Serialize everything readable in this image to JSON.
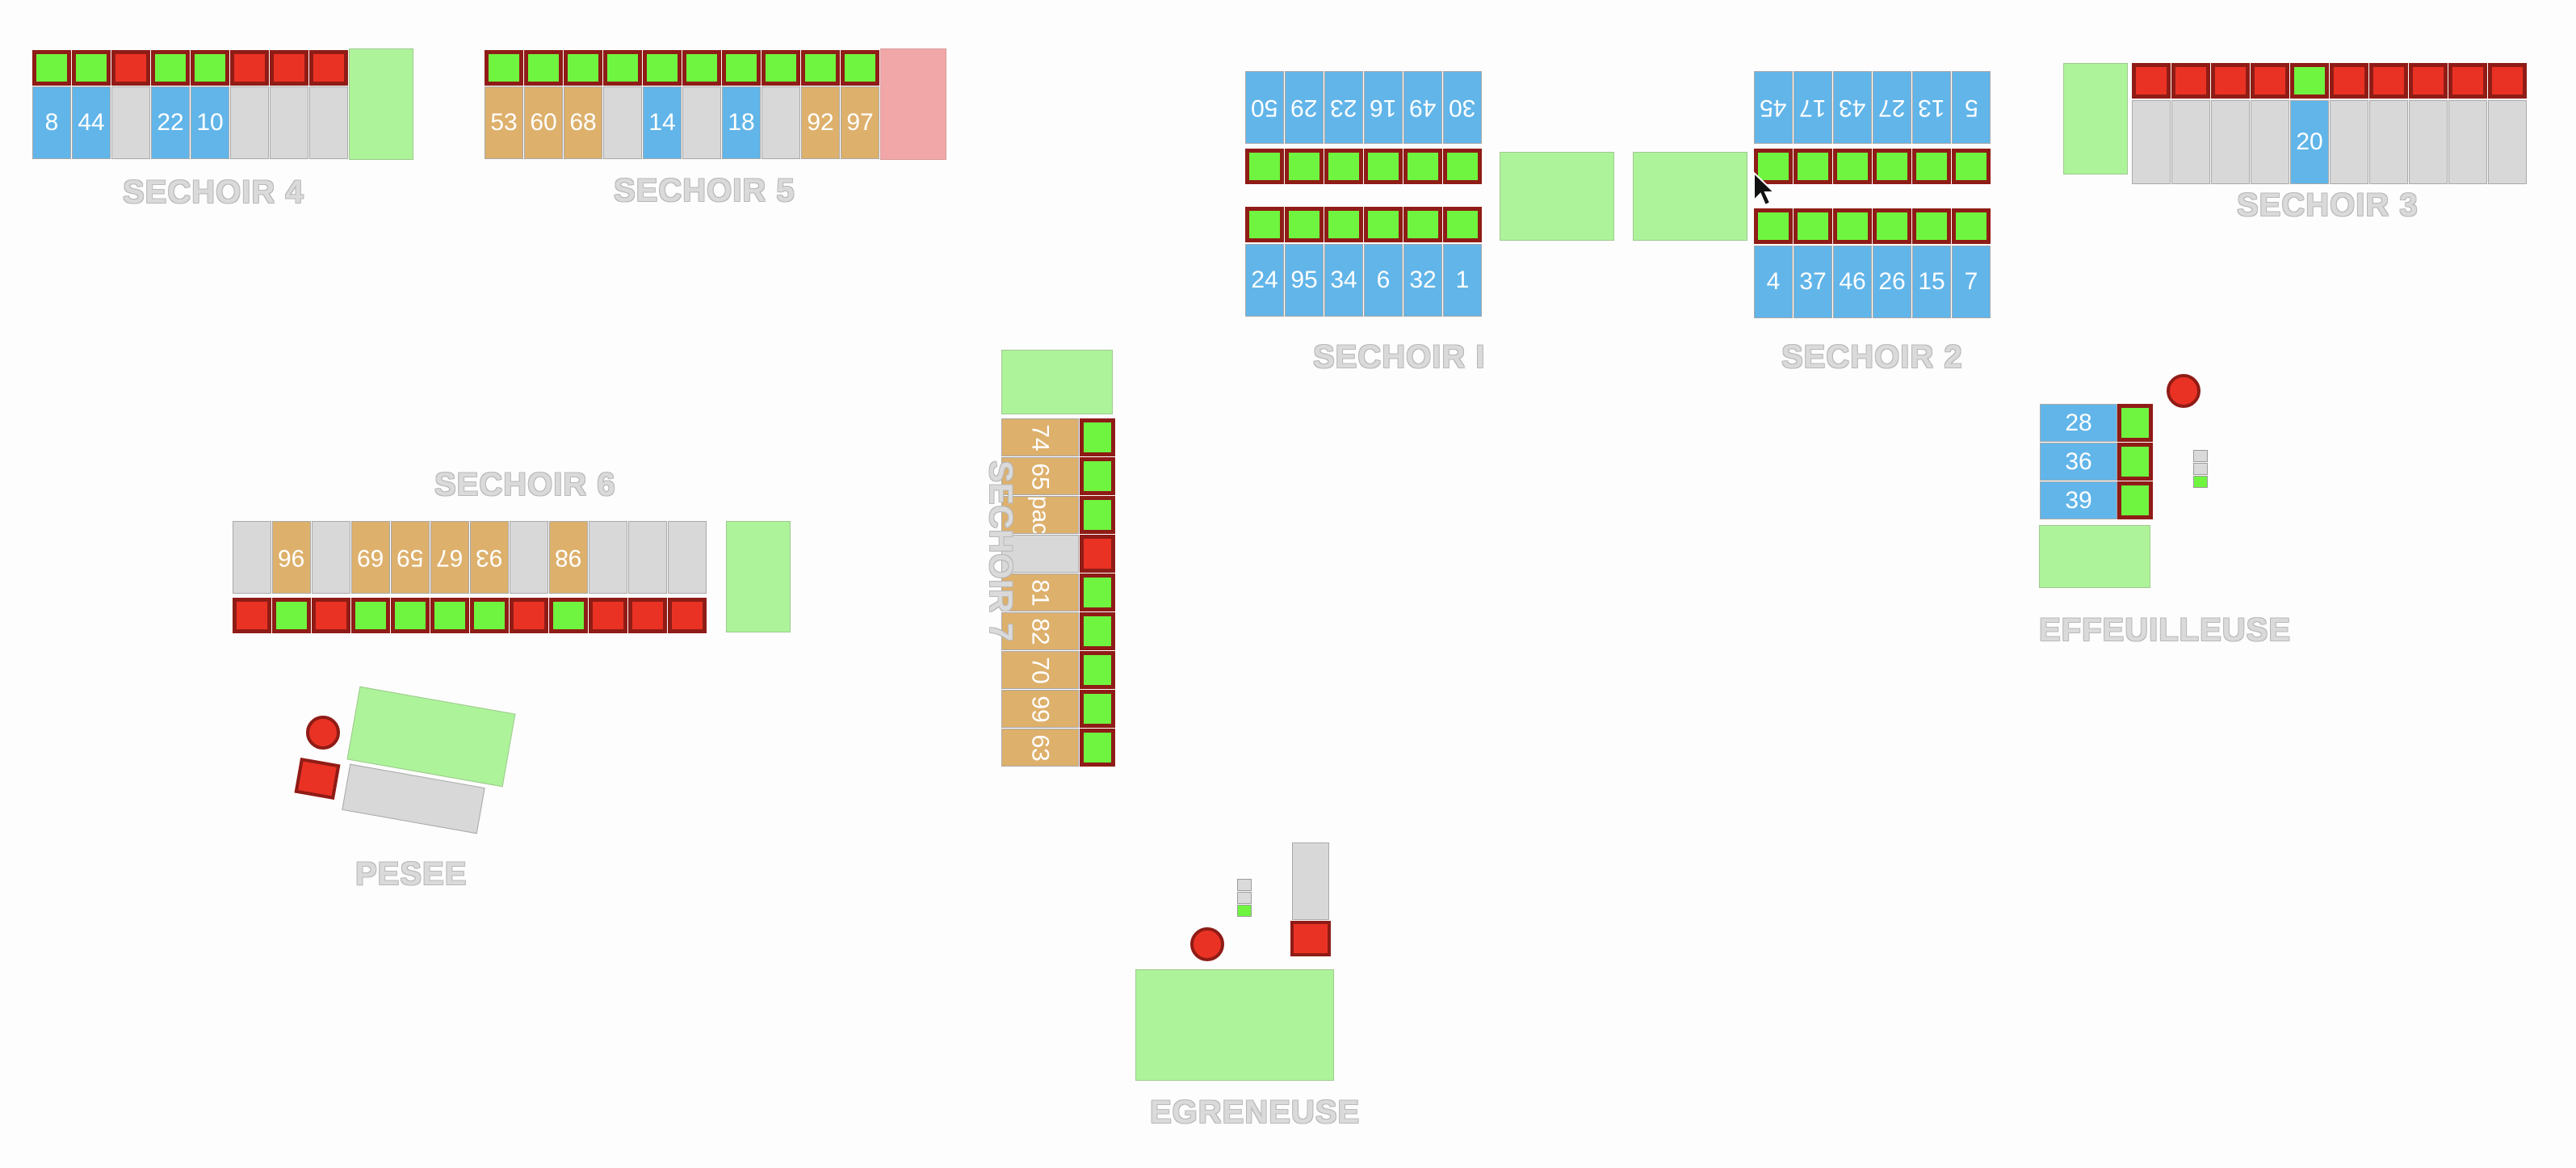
{
  "sechoir4": {
    "label": "SECHOIR 4",
    "switches": [
      "on",
      "on",
      "off",
      "on",
      "on",
      "off",
      "off",
      "off"
    ],
    "cells": [
      {
        "v": "8",
        "c": "blue"
      },
      {
        "v": "44",
        "c": "blue"
      },
      {
        "v": "",
        "c": "grey"
      },
      {
        "v": "22",
        "c": "blue"
      },
      {
        "v": "10",
        "c": "blue"
      },
      {
        "v": "",
        "c": "grey"
      },
      {
        "v": "",
        "c": "grey"
      },
      {
        "v": "",
        "c": "grey"
      }
    ]
  },
  "sechoir5": {
    "label": "SECHOIR 5",
    "switches": [
      "on",
      "on",
      "on",
      "on",
      "on",
      "on",
      "on",
      "on",
      "on",
      "on"
    ],
    "cells": [
      {
        "v": "53",
        "c": "tan"
      },
      {
        "v": "60",
        "c": "tan"
      },
      {
        "v": "68",
        "c": "tan"
      },
      {
        "v": "",
        "c": "grey"
      },
      {
        "v": "14",
        "c": "blue"
      },
      {
        "v": "",
        "c": "grey"
      },
      {
        "v": "18",
        "c": "blue"
      },
      {
        "v": "",
        "c": "grey"
      },
      {
        "v": "92",
        "c": "tan"
      },
      {
        "v": "97",
        "c": "tan"
      }
    ]
  },
  "sechoir1": {
    "label": "SECHOIR I",
    "top_cells": [
      {
        "v": "50",
        "c": "blue"
      },
      {
        "v": "29",
        "c": "blue"
      },
      {
        "v": "23",
        "c": "blue"
      },
      {
        "v": "16",
        "c": "blue"
      },
      {
        "v": "49",
        "c": "blue"
      },
      {
        "v": "30",
        "c": "blue"
      }
    ],
    "top_switches": [
      "on",
      "on",
      "on",
      "on",
      "on",
      "on"
    ],
    "bottom_switches": [
      "on",
      "on",
      "on",
      "on",
      "on",
      "on"
    ],
    "bottom_cells": [
      {
        "v": "24",
        "c": "blue"
      },
      {
        "v": "95",
        "c": "blue"
      },
      {
        "v": "34",
        "c": "blue"
      },
      {
        "v": "6",
        "c": "blue"
      },
      {
        "v": "32",
        "c": "blue"
      },
      {
        "v": "1",
        "c": "blue"
      }
    ]
  },
  "sechoir2": {
    "label": "SECHOIR 2",
    "top_cells": [
      {
        "v": "45",
        "c": "blue"
      },
      {
        "v": "17",
        "c": "blue"
      },
      {
        "v": "43",
        "c": "blue"
      },
      {
        "v": "27",
        "c": "blue"
      },
      {
        "v": "13",
        "c": "blue"
      },
      {
        "v": "5",
        "c": "blue"
      }
    ],
    "top_switches": [
      "on",
      "on",
      "on",
      "on",
      "on",
      "on"
    ],
    "bottom_switches": [
      "on",
      "on",
      "on",
      "on",
      "on",
      "on"
    ],
    "bottom_cells": [
      {
        "v": "4",
        "c": "blue"
      },
      {
        "v": "37",
        "c": "blue"
      },
      {
        "v": "46",
        "c": "blue"
      },
      {
        "v": "26",
        "c": "blue"
      },
      {
        "v": "15",
        "c": "blue"
      },
      {
        "v": "7",
        "c": "blue"
      }
    ]
  },
  "sechoir3": {
    "label": "SECHOIR 3",
    "switches": [
      "off",
      "off",
      "off",
      "off",
      "on",
      "off",
      "off",
      "off",
      "off",
      "off"
    ],
    "cells": [
      {
        "v": "",
        "c": "grey"
      },
      {
        "v": "",
        "c": "grey"
      },
      {
        "v": "",
        "c": "grey"
      },
      {
        "v": "",
        "c": "grey"
      },
      {
        "v": "20",
        "c": "blue"
      },
      {
        "v": "",
        "c": "grey"
      },
      {
        "v": "",
        "c": "grey"
      },
      {
        "v": "",
        "c": "grey"
      },
      {
        "v": "",
        "c": "grey"
      },
      {
        "v": "",
        "c": "grey"
      }
    ]
  },
  "sechoir6": {
    "label": "SECHOIR 6",
    "switches": [
      "off",
      "on",
      "off",
      "on",
      "on",
      "on",
      "on",
      "off",
      "on",
      "off",
      "off",
      "off"
    ],
    "cells": [
      {
        "v": "",
        "c": "grey"
      },
      {
        "v": "96",
        "c": "tan"
      },
      {
        "v": "",
        "c": "grey"
      },
      {
        "v": "69",
        "c": "tan"
      },
      {
        "v": "59",
        "c": "tan"
      },
      {
        "v": "67",
        "c": "tan"
      },
      {
        "v": "93",
        "c": "tan"
      },
      {
        "v": "",
        "c": "grey"
      },
      {
        "v": "98",
        "c": "tan"
      },
      {
        "v": "",
        "c": "grey"
      },
      {
        "v": "",
        "c": "grey"
      },
      {
        "v": "",
        "c": "grey"
      }
    ]
  },
  "sechoir7": {
    "label": "SECHOIR 7",
    "cells": [
      {
        "v": "74",
        "c": "tan"
      },
      {
        "v": "65",
        "c": "tan"
      },
      {
        "v": "pac",
        "c": "tan"
      },
      {
        "v": "",
        "c": "grey"
      },
      {
        "v": "81",
        "c": "tan"
      },
      {
        "v": "82",
        "c": "tan"
      },
      {
        "v": "70",
        "c": "tan"
      },
      {
        "v": "99",
        "c": "tan"
      },
      {
        "v": "63",
        "c": "tan"
      }
    ],
    "switches": [
      "on",
      "on",
      "on",
      "off",
      "on",
      "on",
      "on",
      "on",
      "on"
    ]
  },
  "effeuilleuse": {
    "label": "EFFEUILLEUSE",
    "cells": [
      {
        "v": "28",
        "c": "blue"
      },
      {
        "v": "36",
        "c": "blue"
      },
      {
        "v": "39",
        "c": "blue"
      }
    ],
    "switches": [
      "on",
      "on",
      "on"
    ]
  },
  "pesee": {
    "label": "PESEE"
  },
  "egreneuse": {
    "label": "EGRENEUSE"
  },
  "colors": {
    "switch_on": "#6ff53f",
    "switch_off": "#ea3224",
    "switch_border": "#8f1c16",
    "cell_blue": "#61b5e9",
    "cell_tan": "#ddb06c",
    "cell_grey": "#d8d8d8",
    "pad_green": "#adf39a",
    "pad_pink": "#f1a7a8"
  }
}
